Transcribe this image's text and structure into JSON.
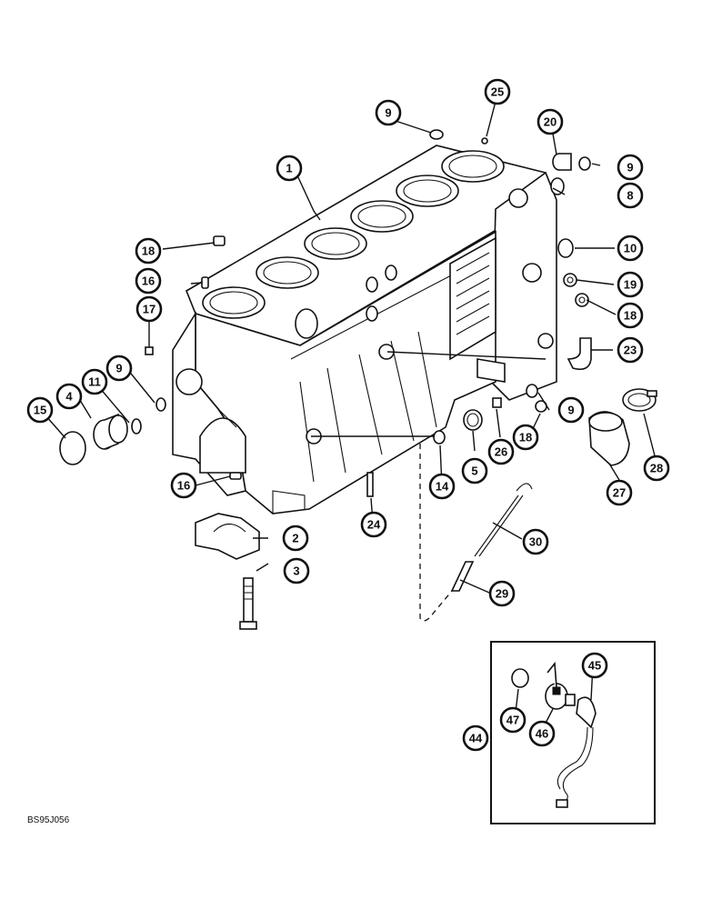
{
  "drawing_code": "BS95J056",
  "callouts": [
    {
      "id": "c1",
      "label": "1"
    },
    {
      "id": "c2",
      "label": "2"
    },
    {
      "id": "c3",
      "label": "3"
    },
    {
      "id": "c4",
      "label": "4"
    },
    {
      "id": "c5",
      "label": "5"
    },
    {
      "id": "c8",
      "label": "8"
    },
    {
      "id": "c9a",
      "label": "9"
    },
    {
      "id": "c9b",
      "label": "9"
    },
    {
      "id": "c9c",
      "label": "9"
    },
    {
      "id": "c9d",
      "label": "9"
    },
    {
      "id": "c10",
      "label": "10"
    },
    {
      "id": "c11",
      "label": "11"
    },
    {
      "id": "c14",
      "label": "14"
    },
    {
      "id": "c15",
      "label": "15"
    },
    {
      "id": "c16a",
      "label": "16"
    },
    {
      "id": "c16b",
      "label": "16"
    },
    {
      "id": "c17",
      "label": "17"
    },
    {
      "id": "c18a",
      "label": "18"
    },
    {
      "id": "c18b",
      "label": "18"
    },
    {
      "id": "c18c",
      "label": "18"
    },
    {
      "id": "c19",
      "label": "19"
    },
    {
      "id": "c20",
      "label": "20"
    },
    {
      "id": "c23",
      "label": "23"
    },
    {
      "id": "c24",
      "label": "24"
    },
    {
      "id": "c25",
      "label": "25"
    },
    {
      "id": "c26",
      "label": "26"
    },
    {
      "id": "c27",
      "label": "27"
    },
    {
      "id": "c28",
      "label": "28"
    },
    {
      "id": "c29",
      "label": "29"
    },
    {
      "id": "c30",
      "label": "30"
    },
    {
      "id": "c44",
      "label": "44"
    },
    {
      "id": "c45",
      "label": "45"
    },
    {
      "id": "c46",
      "label": "46"
    },
    {
      "id": "c47",
      "label": "47"
    }
  ]
}
